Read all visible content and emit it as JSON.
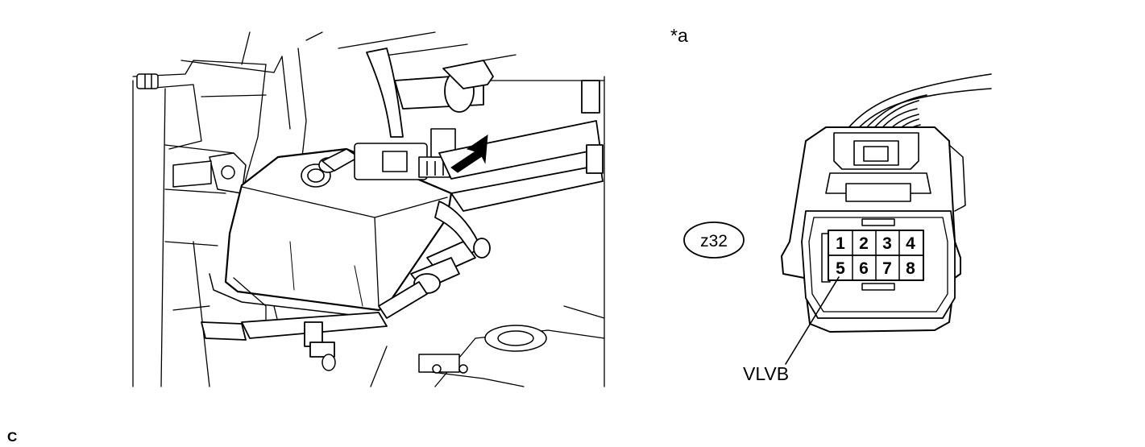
{
  "labels": {
    "callout_a": "*a",
    "connector_code": "z32",
    "terminal_name": "VLVB",
    "figure_letter": "C"
  },
  "connector": {
    "pins_top": [
      "1",
      "2",
      "3",
      "4"
    ],
    "pins_bottom": [
      "5",
      "6",
      "7",
      "8"
    ]
  }
}
